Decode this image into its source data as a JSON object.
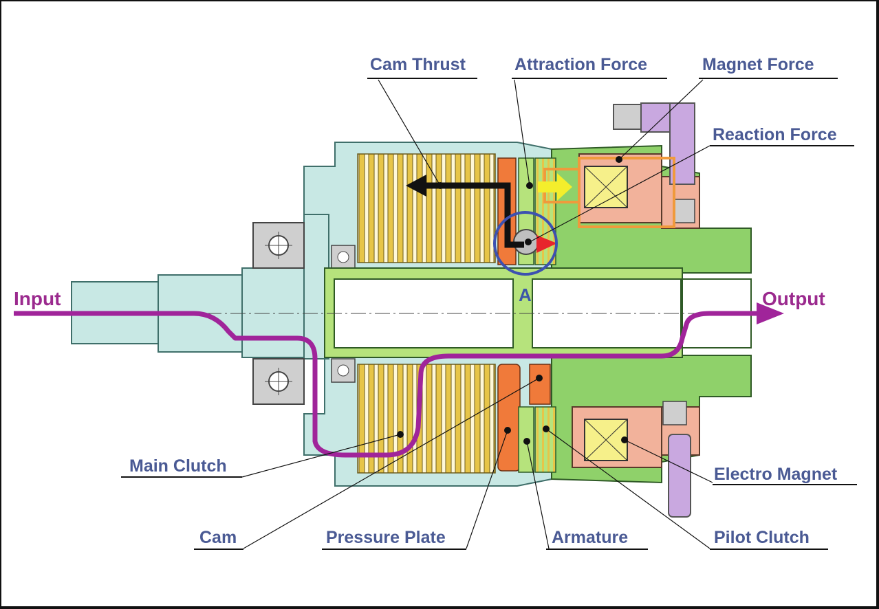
{
  "labels": {
    "cam_thrust": "Cam Thrust",
    "attraction_force": "Attraction Force",
    "magnet_force": "Magnet Force",
    "reaction_force": "Reaction Force",
    "main_clutch": "Main Clutch",
    "cam": "Cam",
    "pressure_plate": "Pressure Plate",
    "armature": "Armature",
    "pilot_clutch": "Pilot Clutch",
    "electro_magnet": "Electro Magnet"
  },
  "flow": {
    "input": "Input",
    "output": "Output"
  },
  "marker": "A",
  "colors": {
    "housing": "#c8e8e4",
    "housing_edge": "#3f6f6a",
    "shaft_green": "#b6e37c",
    "magnet_body": "#8fd16a",
    "coil_salmon": "#f2b29b",
    "coil_core": "#f6f08a",
    "clutch_plate": "#e7c548",
    "cam_orange": "#f07a3a",
    "connector_purple": "#c9a8e0",
    "power_path": "#a0249a",
    "label_text": "#4a5a94",
    "marker_circle": "#3d51b0",
    "magnet_box": "#f09a3c",
    "attraction_arrow": "#f4ee2c",
    "reaction_arrow": "#e8242c",
    "thrust_arrow": "#111111"
  }
}
